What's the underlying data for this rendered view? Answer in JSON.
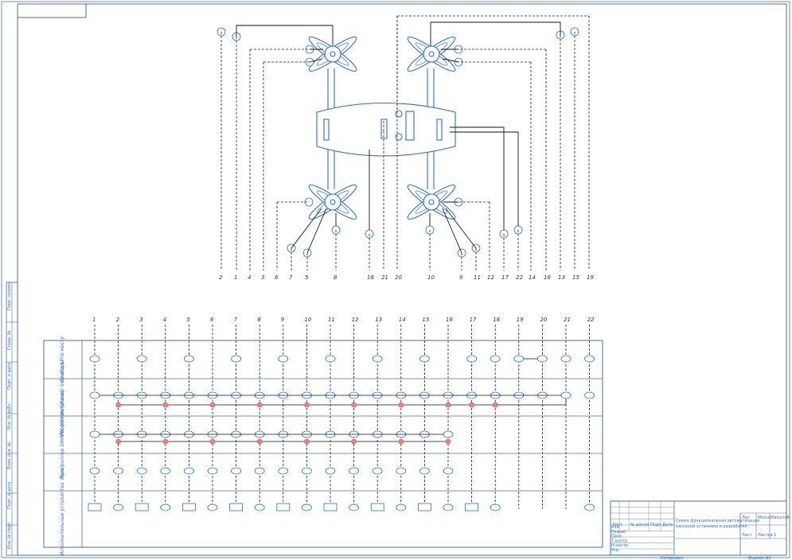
{
  "title_block": {
    "title_line1": "Схема функциональная автоматизации",
    "title_line2": "насосной установки в разработке",
    "col_lit": "Лит",
    "col_mass": "Масса",
    "col_scale": "Масштаб",
    "sheet": "Лист",
    "sheets": "Листов 1",
    "copied": "Копировал",
    "format": "Формат А3",
    "roles": [
      "Изм",
      "Разраб",
      "Пров",
      "Т.контр",
      "Н.контр",
      "Утв"
    ],
    "header_cells": [
      "Лист",
      "№ докум",
      "Подп",
      "Дата"
    ]
  },
  "top_numbers": [
    "2",
    "1",
    "4",
    "3",
    "6",
    "7",
    "5",
    "8",
    "18",
    "21",
    "20",
    "10",
    "9",
    "11",
    "12",
    "17",
    "22",
    "14",
    "16",
    "13",
    "15",
    "19"
  ],
  "lower_numbers": [
    "1",
    "2",
    "3",
    "4",
    "5",
    "6",
    "7",
    "8",
    "9",
    "10",
    "11",
    "12",
    "13",
    "14",
    "15",
    "16",
    "17",
    "18",
    "19",
    "20",
    "21",
    "22"
  ],
  "row_labels": [
    "Приборы по месту",
    "Микро-контроллер Siemens S7",
    "Контроллер SIMATIC HMI MultiPanel",
    "Пульт",
    "Исполнительные устройства"
  ],
  "side_stamp": [
    "Инв. № подл.",
    "Подп. и дата",
    "Взам. инв. №",
    "Инв. № дубл.",
    "Подп. и дата",
    "Справ. №",
    "Перв. примен."
  ]
}
